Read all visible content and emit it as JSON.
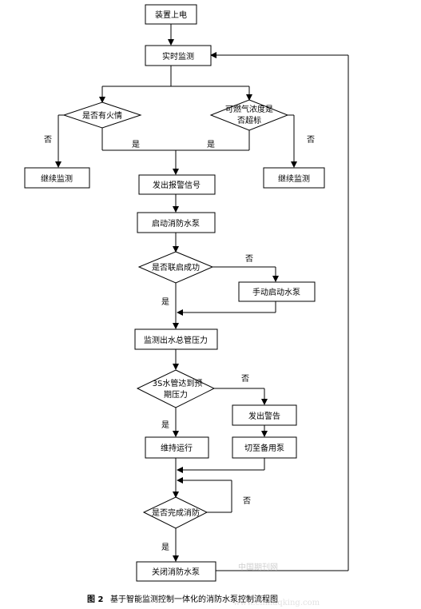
{
  "nodes": {
    "power_on": "装置上电",
    "realtime_monitor": "实时监测",
    "fire_check": "是否有火情",
    "gas_check_line1": "可燃气浓度是",
    "gas_check_line2": "否超标",
    "continue_left": "继续监测",
    "continue_right": "继续监测",
    "send_alarm": "发出报警信号",
    "start_pump": "启动消防水泵",
    "linkage_check": "是否联启成功",
    "manual_start": "手动启动水泵",
    "monitor_pressure": "监测出水总管压力",
    "pressure_check_line1": "3S水管达到预",
    "pressure_check_line2": "期压力",
    "issue_warning": "发出警告",
    "switch_backup": "切至备用泵",
    "keep_running": "维持运行",
    "fire_done_check": "是否完成消防",
    "stop_pump": "关闭消防水泵"
  },
  "labels": {
    "no_fire": "否",
    "no_gas": "否",
    "yes_fire": "是",
    "yes_gas": "是",
    "no_linkage": "否",
    "yes_linkage": "是",
    "no_pressure": "否",
    "yes_pressure": "是",
    "no_done": "否",
    "yes_done": "是"
  },
  "watermark": {
    "text_cn": "中国期刊网",
    "text_url": "www.chinaqking.com"
  },
  "caption": {
    "fig": "图 2",
    "text": "基于智能监测控制一体化的消防水泵控制流程图"
  }
}
